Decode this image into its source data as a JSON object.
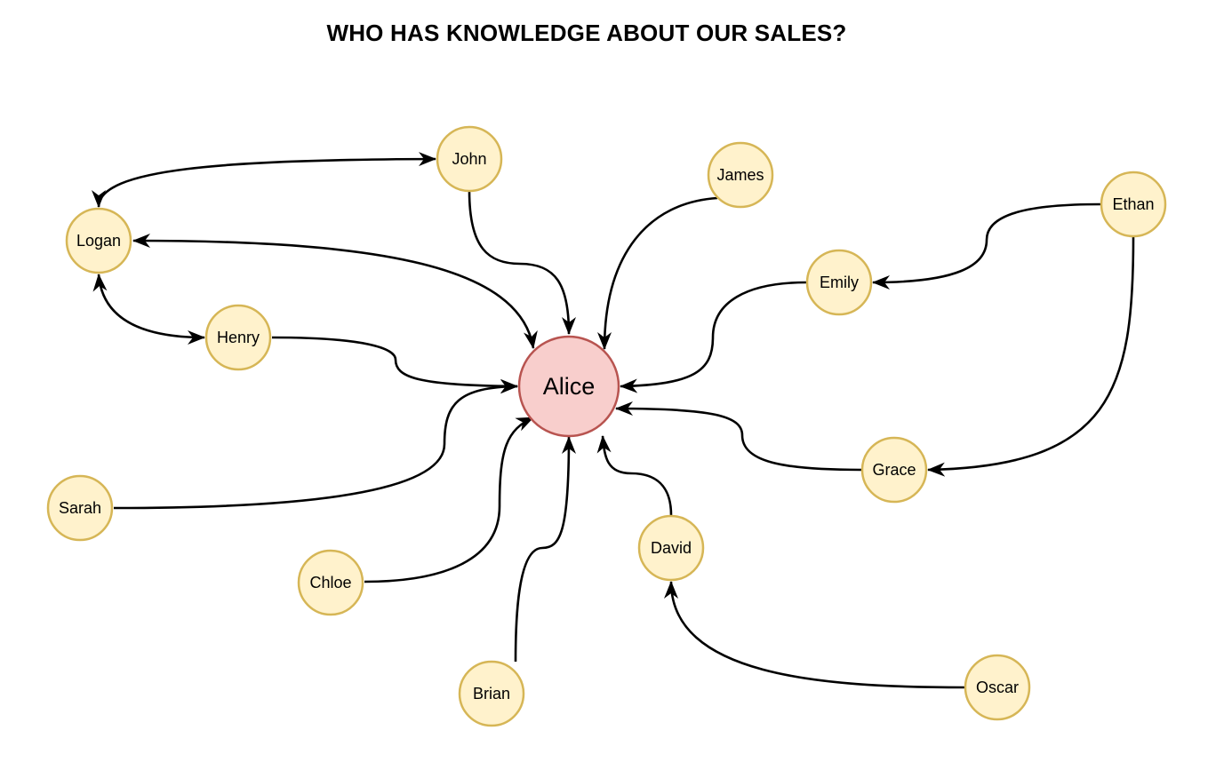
{
  "title": "WHO HAS KNOWLEDGE ABOUT OUR SALES?",
  "colors": {
    "person_fill": "#fff2cc",
    "person_stroke": "#d6b656",
    "center_fill": "#f8cecc",
    "center_stroke": "#b85450",
    "edge": "#000000"
  },
  "center": {
    "id": "alice",
    "label": "Alice"
  },
  "people": [
    {
      "id": "john",
      "label": "John"
    },
    {
      "id": "james",
      "label": "James"
    },
    {
      "id": "ethan",
      "label": "Ethan"
    },
    {
      "id": "logan",
      "label": "Logan"
    },
    {
      "id": "emily",
      "label": "Emily"
    },
    {
      "id": "henry",
      "label": "Henry"
    },
    {
      "id": "grace",
      "label": "Grace"
    },
    {
      "id": "sarah",
      "label": "Sarah"
    },
    {
      "id": "david",
      "label": "David"
    },
    {
      "id": "chloe",
      "label": "Chloe"
    },
    {
      "id": "brian",
      "label": "Brian"
    },
    {
      "id": "oscar",
      "label": "Oscar"
    }
  ],
  "connections": [
    {
      "from": "john",
      "to": "alice",
      "direction": "forward"
    },
    {
      "from": "james",
      "to": "alice",
      "direction": "forward"
    },
    {
      "from": "logan",
      "to": "alice",
      "direction": "both"
    },
    {
      "from": "henry",
      "to": "alice",
      "direction": "forward"
    },
    {
      "from": "sarah",
      "to": "alice",
      "direction": "forward"
    },
    {
      "from": "chloe",
      "to": "alice",
      "direction": "forward"
    },
    {
      "from": "brian",
      "to": "alice",
      "direction": "forward"
    },
    {
      "from": "david",
      "to": "alice",
      "direction": "forward"
    },
    {
      "from": "grace",
      "to": "alice",
      "direction": "forward"
    },
    {
      "from": "emily",
      "to": "alice",
      "direction": "forward"
    },
    {
      "from": "ethan",
      "to": "emily",
      "direction": "forward"
    },
    {
      "from": "ethan",
      "to": "grace",
      "direction": "forward"
    },
    {
      "from": "oscar",
      "to": "david",
      "direction": "forward"
    },
    {
      "from": "logan",
      "to": "john",
      "direction": "both"
    },
    {
      "from": "logan",
      "to": "henry",
      "direction": "both"
    }
  ]
}
